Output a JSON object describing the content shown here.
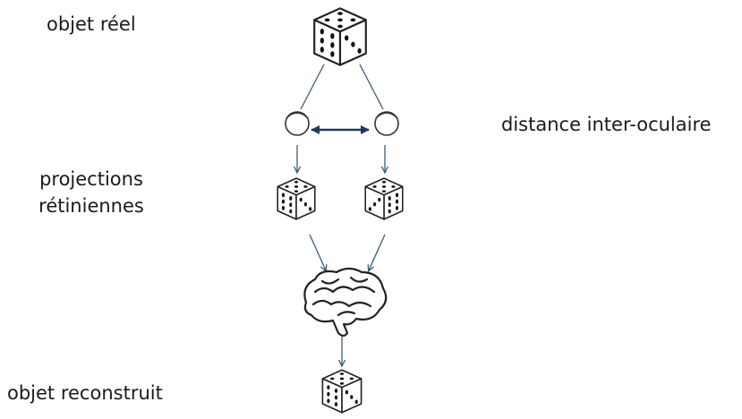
{
  "labels": {
    "real_object": "objet réel",
    "retinal_projections_line1": "projections",
    "retinal_projections_line2": "rétiniennes",
    "reconstructed_object": "objet reconstruit",
    "interocular_distance": "distance inter-oculaire"
  },
  "colors": {
    "line": "#3d5a78",
    "double_arrow": "#1f3a5f",
    "outline": "#222222",
    "pip": "#111111"
  },
  "icons": [
    "die-icon",
    "eye-icon",
    "brain-icon"
  ]
}
